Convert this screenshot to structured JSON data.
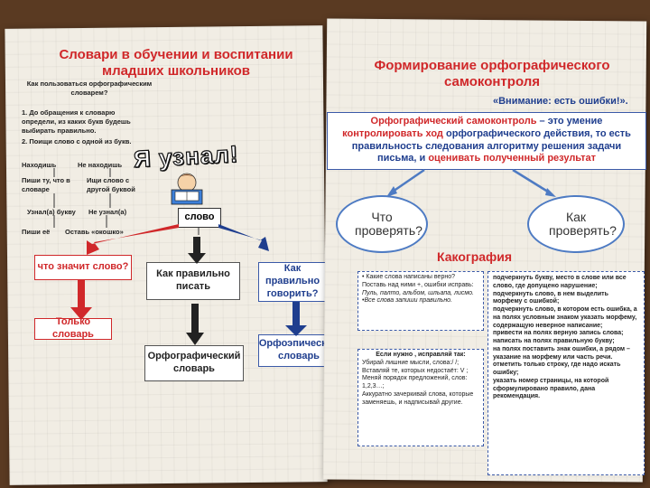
{
  "left": {
    "title": "Словари в обучении и воспитании младших школьников",
    "question": "Как пользоваться орфографическим словарем?",
    "step1": "1. До обращения к словарю определи, из каких букв будешь  выбирать правильно.",
    "step2": "2. Поищи слово с одной из букв.",
    "found": "Находишь",
    "not_found": "Не находишь",
    "write": "Пиши ту, что в словаре",
    "search_other": "Ищи слово с другой буквой",
    "learned_letter": "Узнал(а) букву",
    "not_learned": "Не узнал(а)",
    "write_it": "Пиши её",
    "leave_window": "Оставь «окошко»",
    "banner": "Я узнал!",
    "word_box": "слово",
    "meaning_box": "что значит слово?",
    "only_dict": "Только словарь",
    "how_write": "Как правильно писать",
    "ortho_dict": "Орфографический словарь",
    "how_speak": "Как правильно говорить?",
    "orthoepic_dict": "Орфоэпический словарь"
  },
  "right": {
    "title": "Формирование орфографического самоконтроля",
    "attention": "«Внимание: есть ошибки!».",
    "definition_part1": "Орфографический самоконтроль",
    "definition_part2": " – это умение ",
    "definition_part3": "контролировать ход",
    "definition_part4": " орфографического действия, то есть правильность следования алгоритму решения задачи письма, и ",
    "definition_part5": "оценивать полученный результат",
    "what_check": "Что проверять?",
    "how_check": "Как проверять?",
    "kakography": "Какография",
    "list1_intro": "•  Какие слова написаны верно?",
    "list1_body": "Поставь над ними +, ошибки исправь:",
    "list1_words": "Пуль, палто, альбом, шльапа, лисмо.",
    "list1_end": "•Все слова запиши правильно.",
    "list2_intro": "Если нужно , исправляй так:",
    "list2_items": [
      "Убирай лишние мысли, слова:/ /;",
      "Вставляй те, которых недостаёт: V ;",
      "Меняй порядок предложений, слов: 1,2,3…;",
      "Аккуратно зачеркивай слова, которые заменяешь, и надписывай другие."
    ],
    "list3_items": [
      "подчеркнуть букву, место в слове или все слово, где допущено нарушение;",
      "подчеркнуть слово, в нем выделить морфему с ошибкой;",
      "подчеркнуть слово, в котором есть ошибка, а на полях условным знаком указать морфему, содержащую неверное написание;",
      "привести на полях верную запись слова;",
      "написать на полях правильную букву;",
      "на полях поставить знак ошибки, а рядом – указание на морфему или часть речи.",
      "отметить только строку, где надо искать ошибку;",
      "указать номер страницы, на которой сформулировано правило, дана рекомендация."
    ]
  },
  "colors": {
    "red": "#d0282a",
    "blue": "#1f3e8e",
    "accent_blue": "#4e7bc3"
  }
}
